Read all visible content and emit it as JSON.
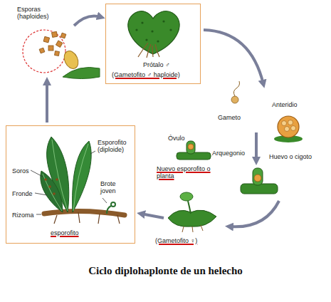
{
  "diagram": {
    "caption": "Ciclo diplohaplonte de un helecho",
    "nodes": [
      {
        "text": [
          "Prótalo ♂",
          "(Gametofito ♂ haploide)"
        ]
      },
      {
        "text": [
          "Esporofito (diploide)",
          "Soros",
          "Fronde",
          "Brote joven",
          "Rizoma",
          "esporofito"
        ]
      }
    ],
    "labels": [
      "Esporas (haploides)",
      "Gameto",
      "Anteridio",
      "Óvulo",
      "Arquegonio",
      "Huevo o cigoto",
      "Nuevo esporofito o planta",
      "(Gametofito ♀)"
    ]
  }
}
